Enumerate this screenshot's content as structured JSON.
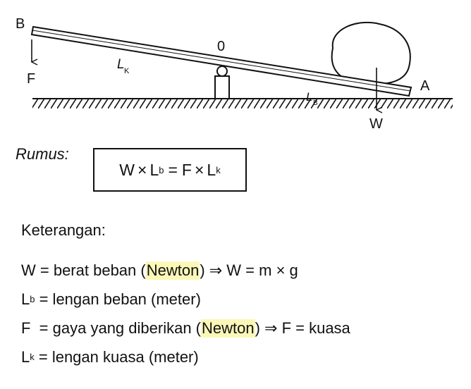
{
  "diagram": {
    "label_B": "B",
    "label_A": "A",
    "label_O": "0",
    "label_F": "F",
    "label_W": "W",
    "label_Lk": "L",
    "label_Lk_sub": "K",
    "label_Lb": "L",
    "label_Lb_sub": "B"
  },
  "formula": {
    "label": "Rumus:",
    "W": "W",
    "times": "×",
    "L": "L",
    "b": "b",
    "equals": "=",
    "F": "F",
    "k": "k"
  },
  "keterangan": {
    "title": "Keterangan:",
    "rows": [
      {
        "sym": "W",
        "sub": "",
        "pre": " = berat beban (",
        "hl": "Newton",
        "post": ") ⇒ W = m × g"
      },
      {
        "sym": "L",
        "sub": "b",
        "pre": " = lengan beban (meter)",
        "hl": "",
        "post": ""
      },
      {
        "sym": "F",
        "sub": "",
        "pre": "  = gaya yang diberikan (",
        "hl": "Newton",
        "post": ") ⇒ F = kuasa"
      },
      {
        "sym": "L",
        "sub": "k",
        "pre": " = lengan kuasa (meter)",
        "hl": "",
        "post": ""
      }
    ]
  },
  "colors": {
    "highlight": "#fbf7b8",
    "ink": "#111111"
  }
}
